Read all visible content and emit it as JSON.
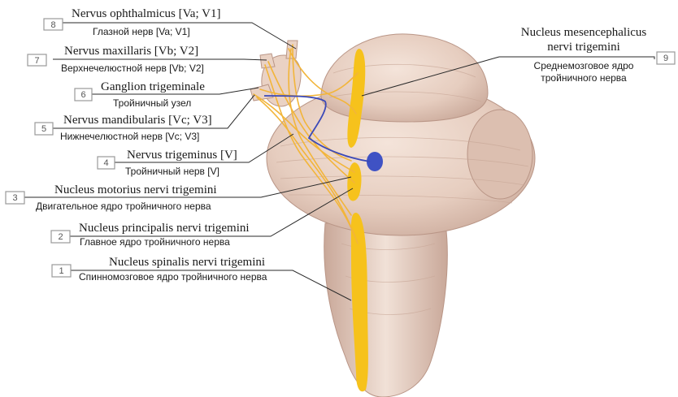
{
  "labels": [
    {
      "number": "8",
      "latin": "Nervus ophthalmicus [Va; V1]",
      "russian": "Глазной нерв [Va; V1]"
    },
    {
      "number": "7",
      "latin": "Nervus maxillaris [Vb; V2]",
      "russian": "Верхнечелюстной нерв [Vb; V2]"
    },
    {
      "number": "6",
      "latin": "Ganglion trigeminale",
      "russian": "Тройничный узел"
    },
    {
      "number": "5",
      "latin": "Nervus mandibularis [Vc; V3]",
      "russian": "Нижнечелюстной нерв [Vc; V3]"
    },
    {
      "number": "4",
      "latin": "Nervus trigeminus [V]",
      "russian": "Тройничный нерв [V]"
    },
    {
      "number": "3",
      "latin": "Nucleus motorius nervi trigemini",
      "russian": "Двигательное ядро тройничного нерва"
    },
    {
      "number": "2",
      "latin": "Nucleus principalis nervi trigemini",
      "russian": "Главное ядро тройничного нерва"
    },
    {
      "number": "1",
      "latin": "Nucleus spinalis nervi trigemini",
      "russian": "Спинномозговое ядро тройничного нерва"
    },
    {
      "number": "9",
      "latin_line1": "Nucleus mesencephalicus",
      "latin_line2": "nervi trigemini",
      "russian_line1": "Среднемозговое ядро",
      "russian_line2": "тройничного нерва"
    }
  ],
  "colors": {
    "brainstem": "#e9d3c6",
    "brainstem_shadow": "#b99586",
    "nucleus_sensory": "#f6c21c",
    "nucleus_motor": "#3f52c4",
    "nerve_fibers": "#f2b53a",
    "motor_fiber": "#3b49b8"
  }
}
